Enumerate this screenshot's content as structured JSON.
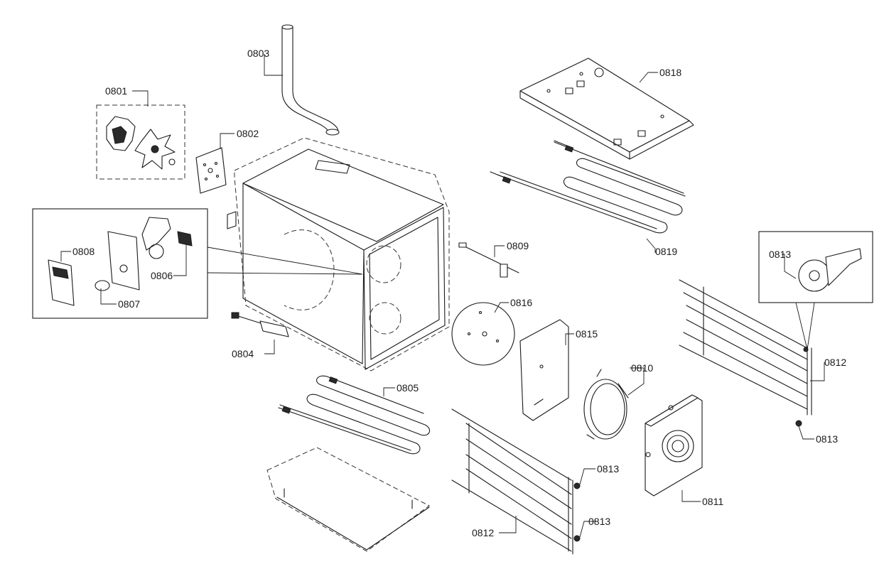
{
  "parts": [
    {
      "id": "p0801",
      "label": "0801"
    },
    {
      "id": "p0802",
      "label": "0802"
    },
    {
      "id": "p0803",
      "label": "0803"
    },
    {
      "id": "p0804",
      "label": "0804"
    },
    {
      "id": "p0805",
      "label": "0805"
    },
    {
      "id": "p0806",
      "label": "0806"
    },
    {
      "id": "p0807",
      "label": "0807"
    },
    {
      "id": "p0808",
      "label": "0808"
    },
    {
      "id": "p0809",
      "label": "0809"
    },
    {
      "id": "p0810",
      "label": "0810"
    },
    {
      "id": "p0811",
      "label": "0811"
    },
    {
      "id": "p0812a",
      "label": "0812"
    },
    {
      "id": "p0812b",
      "label": "0812"
    },
    {
      "id": "p0813a",
      "label": "0813"
    },
    {
      "id": "p0813b",
      "label": "0813"
    },
    {
      "id": "p0813c",
      "label": "0813"
    },
    {
      "id": "p0813d",
      "label": "0813"
    },
    {
      "id": "p0815",
      "label": "0815"
    },
    {
      "id": "p0816",
      "label": "0816"
    },
    {
      "id": "p0818",
      "label": "0818"
    },
    {
      "id": "p0819",
      "label": "0819"
    }
  ]
}
